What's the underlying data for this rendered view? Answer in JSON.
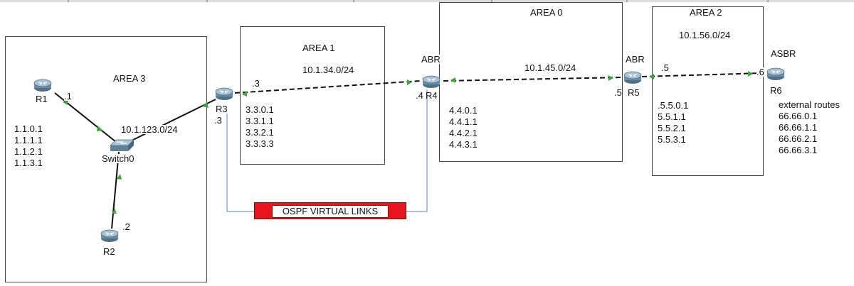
{
  "areas": {
    "area3": {
      "title": "AREA 3",
      "subnet": "10.1.123.0/24"
    },
    "area1": {
      "title": "AREA 1",
      "subnet": "10.1.34.0/24"
    },
    "area0": {
      "title": "AREA 0",
      "subnet": "10.1.45.0/24"
    },
    "area2": {
      "title": "AREA 2",
      "subnet": "10.1.56.0/24"
    }
  },
  "devices": {
    "r1": {
      "label": "R1",
      "ip": ".1"
    },
    "r2": {
      "label": "R2",
      "ip": ".2"
    },
    "r3": {
      "label": "R3",
      "ip_a1": ".3",
      "ip_a3": ".3"
    },
    "r4": {
      "label": "R4",
      "role": "ABR",
      "ip": ".4"
    },
    "r5": {
      "label": "R5",
      "role": "ABR",
      "ip_a0": ".5",
      "ip_a2": ".5"
    },
    "r6": {
      "label": "R6",
      "role": "ASBR",
      "ip": ".6"
    },
    "switch0": {
      "label": "Switch0"
    }
  },
  "loopbacks": {
    "r1": [
      "1.1.0.1",
      "1.1.1.1",
      "1.1.2.1",
      "1.1.3.1"
    ],
    "r3": [
      "3.3.0.1",
      "3.3.1.1",
      "3.3.2.1",
      "3.3.3.3"
    ],
    "r4": [
      "4.4.0.1",
      "4.4.1.1",
      "4.4.2.1",
      "4.4.3.1"
    ],
    "r5": [
      ".5.5.0.1",
      "5.5.1.1",
      "5.5.2.1",
      "5.5.3.1"
    ]
  },
  "external": {
    "title": "external routes",
    "routes": [
      "66.66.0.1",
      "66.66.1.1",
      "66.66.2.1",
      "66.66.3.1"
    ]
  },
  "virtual_link": {
    "label": "OSPF VIRTUAL LINKS"
  },
  "colors": {
    "link": "#111111",
    "arrow": "#3aa53a",
    "virtual_line": "#5a7fd6",
    "banner": "#e8151c",
    "router_body": "#6c8ea6"
  }
}
